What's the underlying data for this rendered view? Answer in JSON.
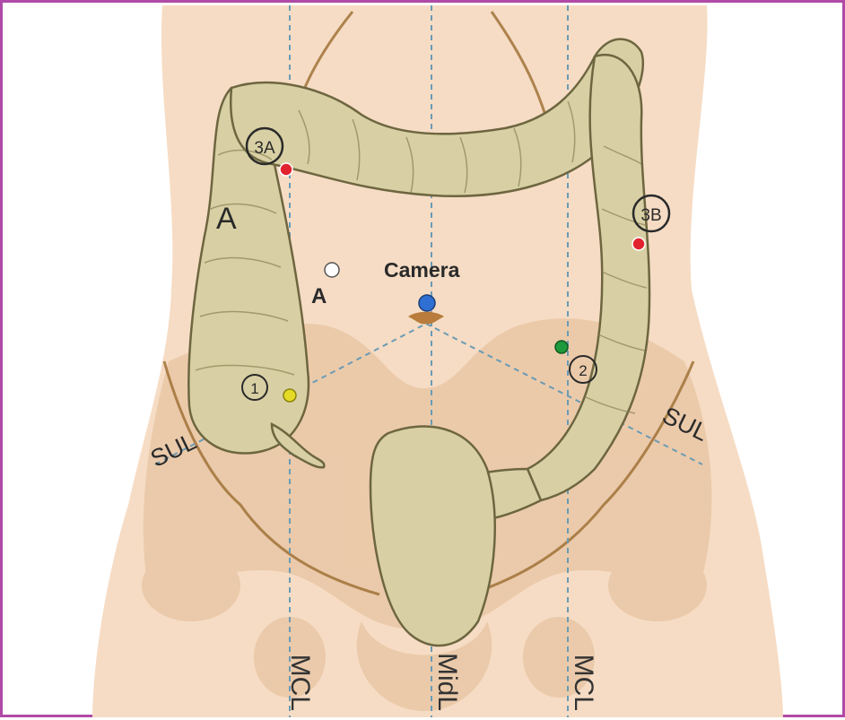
{
  "colors": {
    "frame": "#b04aa6",
    "skin": "#f6dcc4",
    "background": "#ffffff",
    "pelvis_shadow": "#e9c7a6",
    "colon_fill": "#d8d0a4",
    "colon_stroke": "#6d6640",
    "guide_line": "#6a9bb5",
    "muscle_line": "#9b6b2f",
    "port_red": "#e0232f",
    "port_white": "#ffffff",
    "port_blue": "#2e6fd1",
    "port_green": "#1e9a3c",
    "port_yellow": "#e5db26"
  },
  "labels": {
    "camera": "Camera",
    "a_colon": "A",
    "a_port": "A",
    "port_3a": "3A",
    "port_3b": "3B",
    "port_1": "1",
    "port_2": "2",
    "sul_left": "SUL",
    "sul_right": "SUL",
    "mcl_left": "MCL",
    "midl": "MidL",
    "mcl_right": "MCL"
  },
  "ports": [
    {
      "id": "3A",
      "color": "red"
    },
    {
      "id": "3B",
      "color": "red"
    },
    {
      "id": "A",
      "color": "white"
    },
    {
      "id": "camera",
      "color": "blue"
    },
    {
      "id": "2",
      "color": "green"
    },
    {
      "id": "1",
      "color": "yellow"
    }
  ]
}
